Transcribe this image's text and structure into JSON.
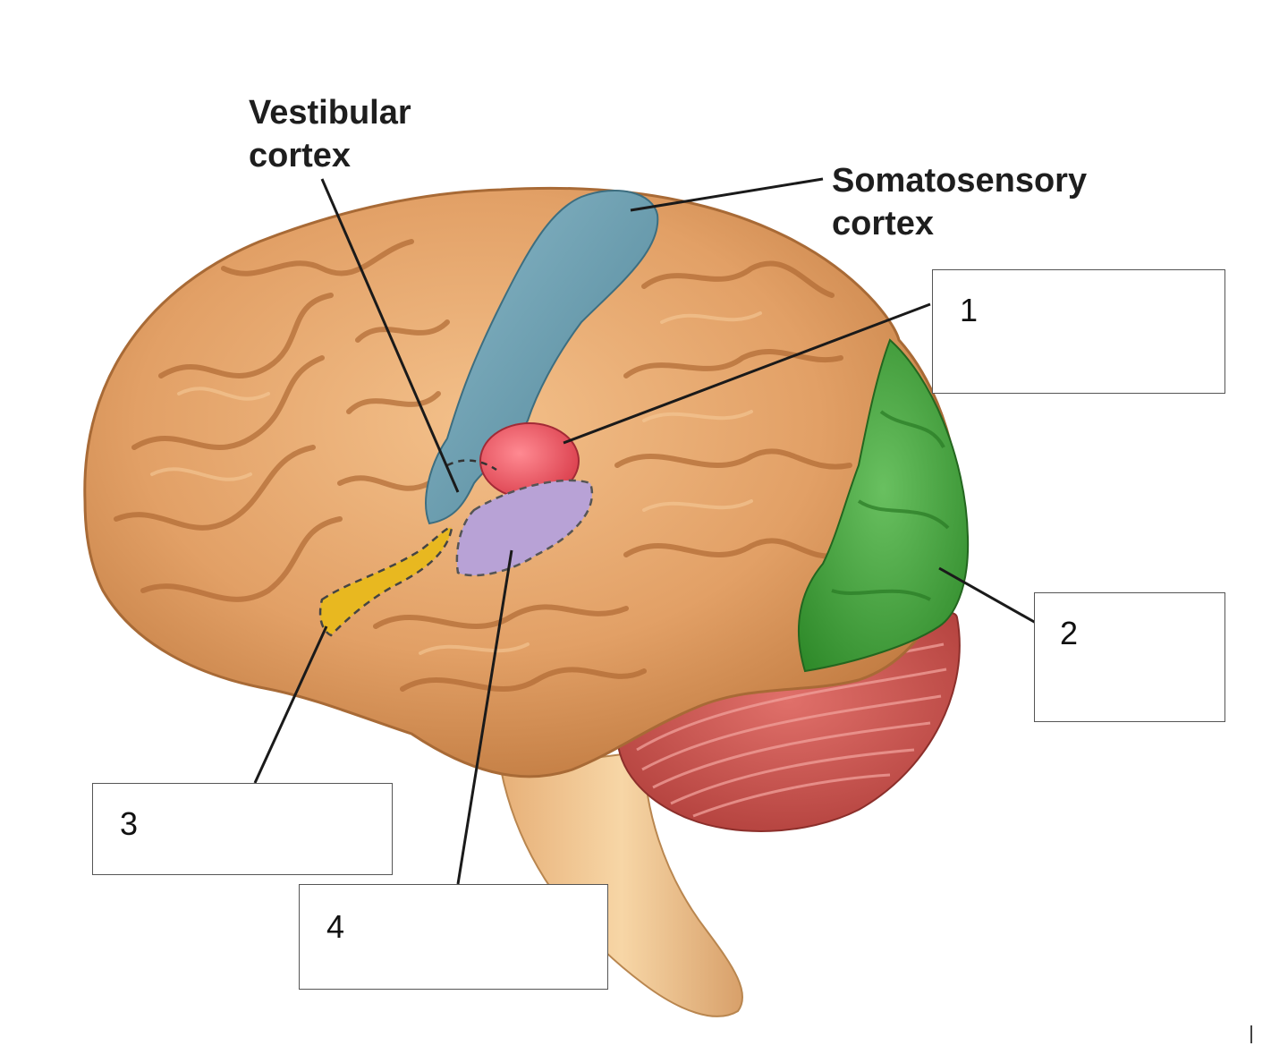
{
  "labels": {
    "vestibular": {
      "line1": "Vestibular",
      "line2": "cortex"
    },
    "somatosensory": {
      "line1": "Somatosensory",
      "line2": "cortex"
    }
  },
  "answer_boxes": [
    {
      "id": "1",
      "number": "1",
      "answer": ""
    },
    {
      "id": "2",
      "number": "2",
      "answer": ""
    },
    {
      "id": "3",
      "number": "3",
      "answer": ""
    },
    {
      "id": "4",
      "number": "4",
      "answer": ""
    }
  ],
  "colors": {
    "cortex": "#e2a066",
    "cortex_shadow": "#b86f3a",
    "somatosensory": "#6a9aab",
    "vestibular_region": "#e8505a",
    "region_purple": "#b8a2d6",
    "region_yellow": "#e8b820",
    "region_green": "#3f9a38",
    "cerebellum": "#c8504a",
    "brainstem": "#f0c48a"
  }
}
